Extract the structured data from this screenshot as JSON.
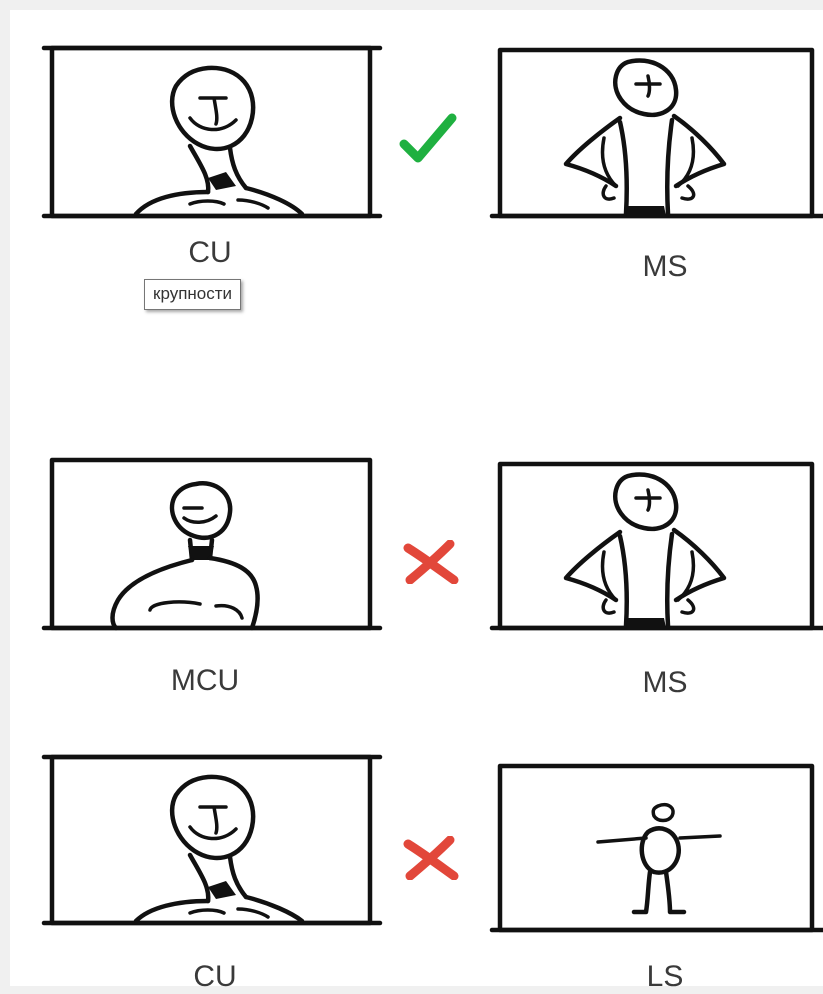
{
  "rows": [
    {
      "left": {
        "label": "CU",
        "sketch": "close-up-face"
      },
      "mark": {
        "type": "check",
        "icon": "check-icon",
        "color": "#1fb040"
      },
      "right": {
        "label": "MS",
        "sketch": "medium-shot-hands-on-hips"
      }
    },
    {
      "left": {
        "label": "MCU",
        "sketch": "medium-close-up"
      },
      "mark": {
        "type": "cross",
        "icon": "cross-icon",
        "color": "#e2473a"
      },
      "right": {
        "label": "MS",
        "sketch": "medium-shot-hands-on-hips"
      }
    },
    {
      "left": {
        "label": "CU",
        "sketch": "close-up-face"
      },
      "mark": {
        "type": "cross",
        "icon": "cross-icon",
        "color": "#e2473a"
      },
      "right": {
        "label": "LS",
        "sketch": "long-shot-figure"
      }
    }
  ],
  "tooltip": {
    "text": "крупности"
  }
}
